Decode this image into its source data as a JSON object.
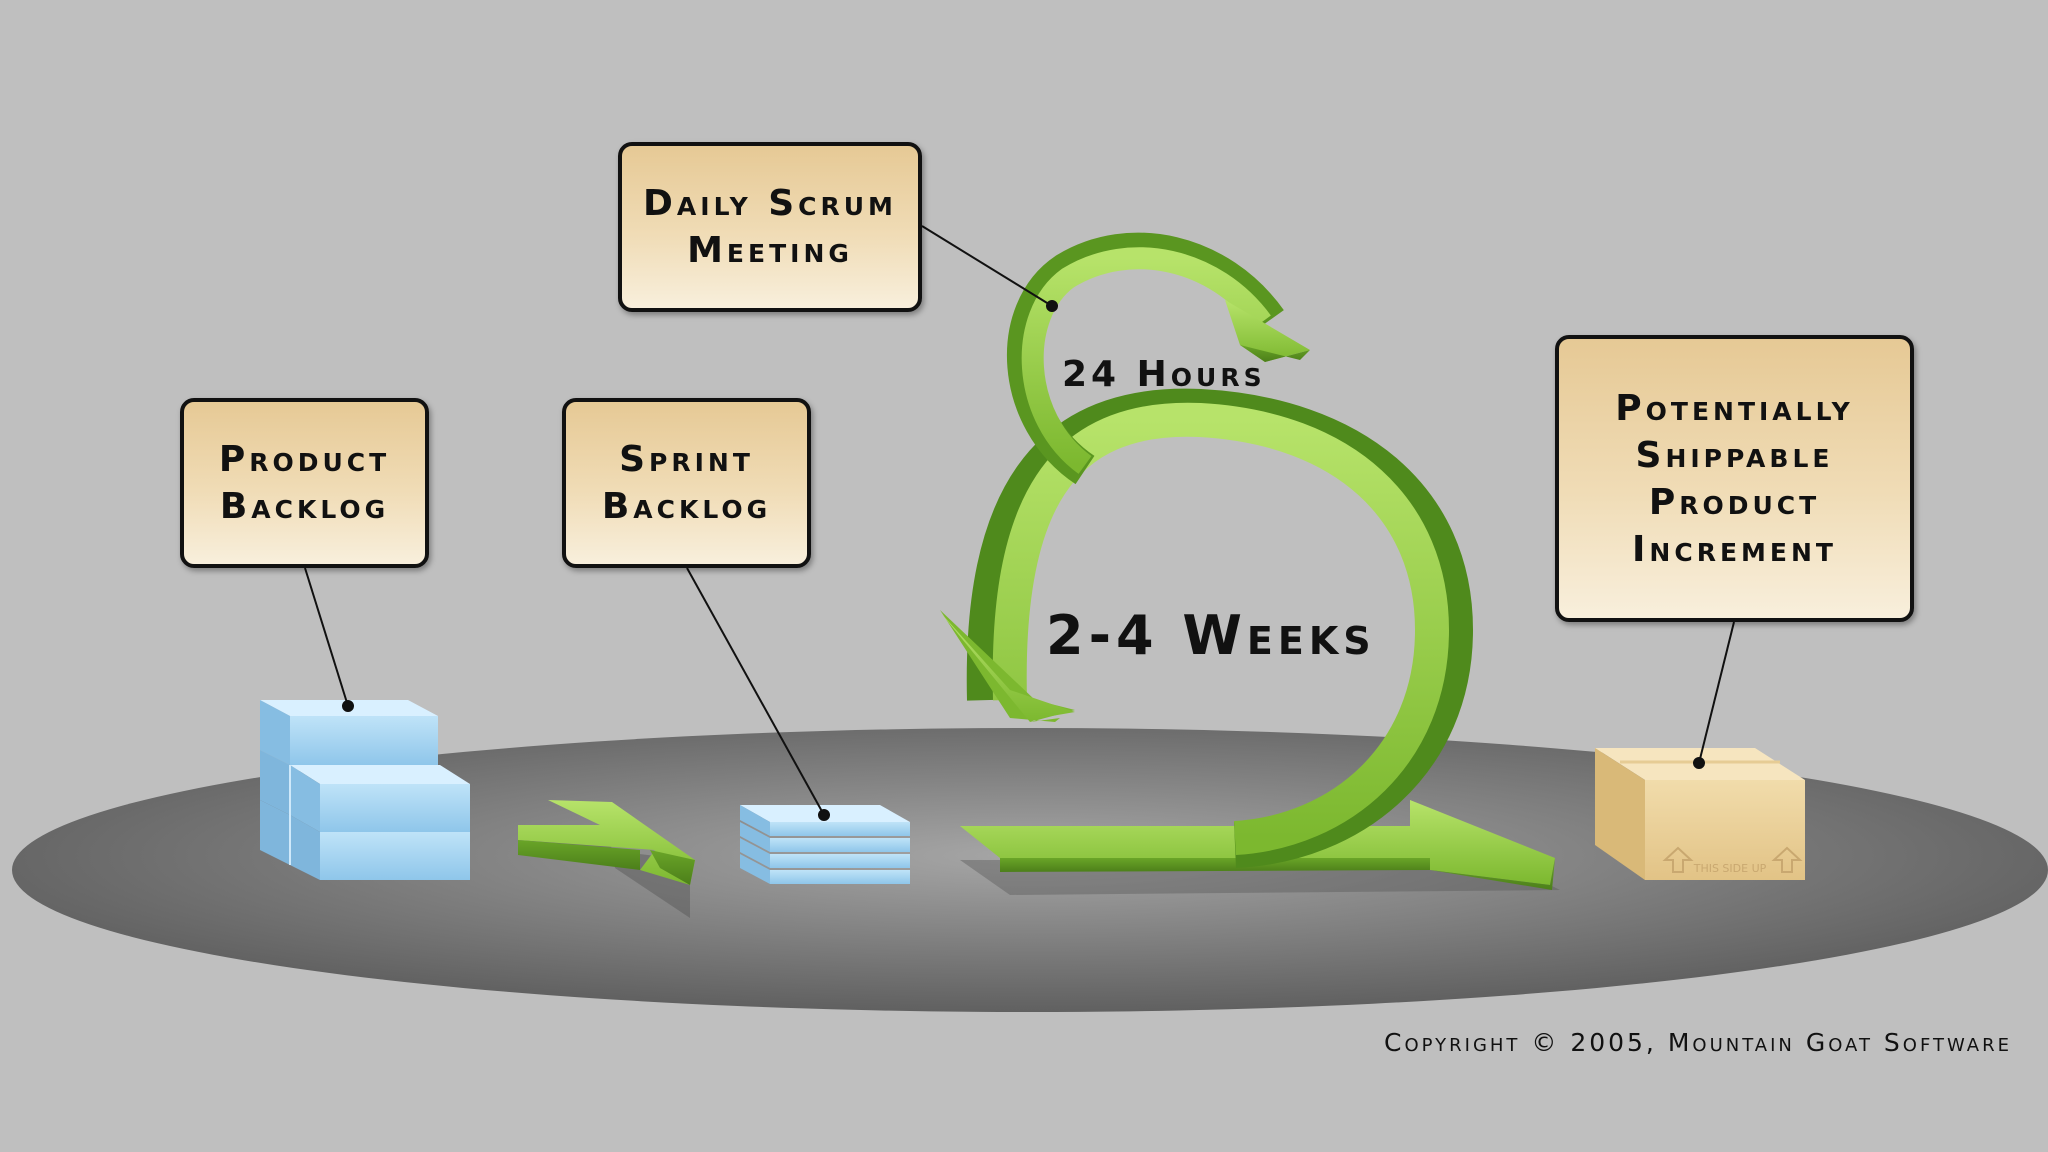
{
  "labels": {
    "daily_scrum": [
      "Daily Scrum",
      "Meeting"
    ],
    "product_backlog": [
      "Product",
      "Backlog"
    ],
    "sprint_backlog": [
      "Sprint",
      "Backlog"
    ],
    "increment": [
      "Potentially",
      "Shippable",
      "Product",
      "Increment"
    ]
  },
  "cycle": {
    "daily": "24 Hours",
    "sprint": "2-4 Weeks"
  },
  "box_print": "THIS SIDE UP",
  "copyright": "Copyright © 2005, Mountain Goat Software",
  "colors": {
    "background": "#bfbfbf",
    "arrow_green": "#8cc63f",
    "backlog_blue": "#a9d6f2",
    "label_fill": "#efd9ae"
  }
}
